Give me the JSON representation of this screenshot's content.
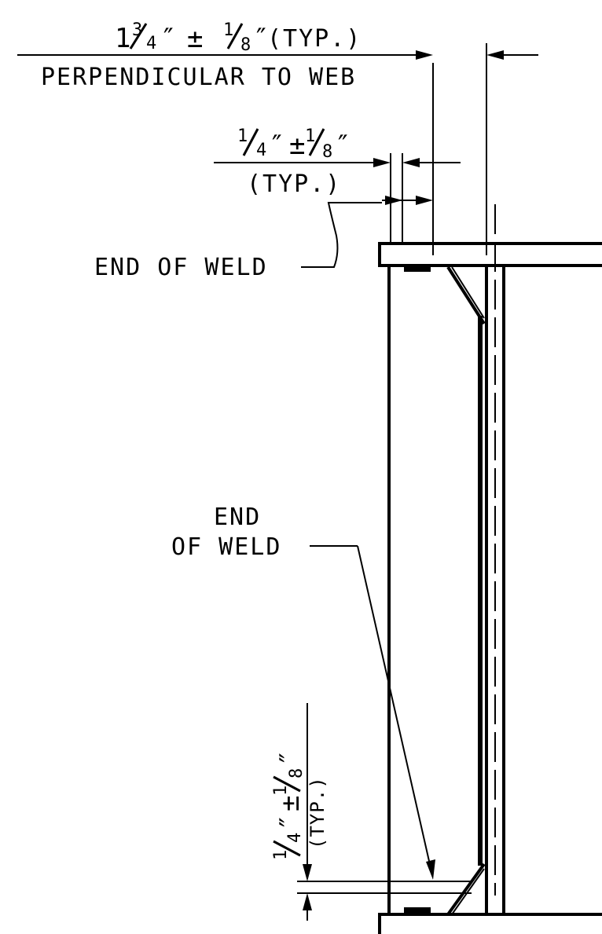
{
  "dimensions": {
    "top": {
      "value_whole": "1",
      "value_frac_num": "3",
      "value_frac_den": "4",
      "tolerance_num": "1",
      "tolerance_den": "8",
      "inch_mark": "″",
      "pm": "±",
      "typ": "(TYP.)",
      "note": "PERPENDICULAR TO WEB"
    },
    "mid": {
      "value_num": "1",
      "value_den": "4",
      "tolerance_num": "1",
      "tolerance_den": "8",
      "inch_mark": "″",
      "pm": "±",
      "typ": "(TYP.)"
    },
    "bottom": {
      "value_num": "1",
      "value_den": "4",
      "tolerance_num": "1",
      "tolerance_den": "8",
      "inch_mark": "″",
      "pm": "±",
      "typ": "(TYP.)"
    }
  },
  "callouts": {
    "end_of_weld_top": "END OF WELD",
    "end_of_weld_bottom_line1": "END",
    "end_of_weld_bottom_line2": "OF WELD"
  }
}
